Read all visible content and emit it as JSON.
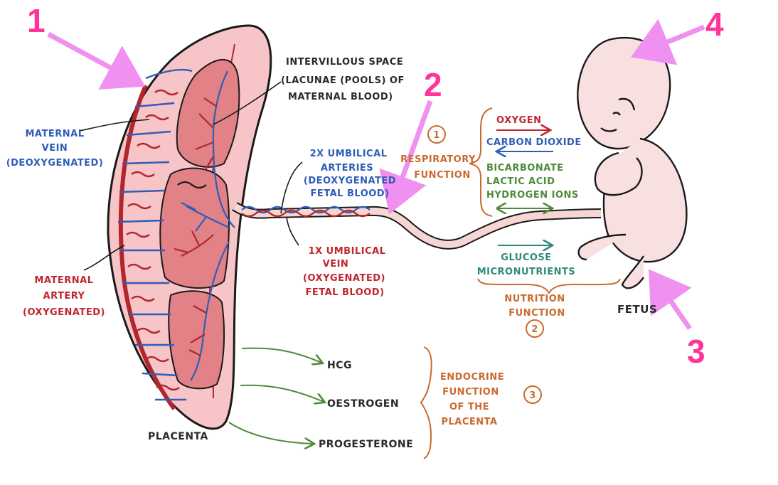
{
  "markers": [
    "1",
    "2",
    "3",
    "4"
  ],
  "placenta": {
    "label": "PLACENTA",
    "intervillous": [
      "INTERVILLOUS SPACE",
      "(LACUNAE (POOLS) OF",
      "MATERNAL BLOOD)"
    ],
    "maternal_vein": [
      "MATERNAL",
      "VEIN",
      "(DEOXYGENATED)"
    ],
    "maternal_artery": [
      "MATERNAL",
      "ARTERY",
      "(OXYGENATED)"
    ]
  },
  "umbilical": {
    "arteries": [
      "2X UMBILICAL",
      "ARTERIES",
      "(DEOXYGENATED",
      "FETAL BLOOD)"
    ],
    "vein": [
      "1X UMBILICAL",
      "VEIN",
      "(OXYGENATED)",
      "FETAL BLOOD)"
    ]
  },
  "respiratory": {
    "number": "1",
    "label": [
      "RESPIRATORY",
      "FUNCTION"
    ],
    "to_fetus": "OXYGEN",
    "from_fetus": "CARBON DIOXIDE",
    "exchange": [
      "BICARBONATE",
      "LACTIC ACID",
      "HYDROGEN IONS"
    ]
  },
  "nutrition": {
    "number": "2",
    "items": [
      "GLUCOSE",
      "MICRONUTRIENTS"
    ],
    "label": [
      "NUTRITION",
      "FUNCTION"
    ]
  },
  "endocrine": {
    "number": "3",
    "hormones": [
      "HCG",
      "OESTROGEN",
      "PROGESTERONE"
    ],
    "label": [
      "ENDOCRINE",
      "FUNCTION",
      "OF THE",
      "PLACENTA"
    ]
  },
  "fetus": {
    "label": "FETUS"
  },
  "colors": {
    "marker": "#ff3399",
    "marker_arrow": "#f090f0",
    "red": "#c0262c",
    "blue": "#2f5db8",
    "green": "#4f8a3c",
    "orange": "#c96a2e",
    "teal": "#2f8a7a",
    "dark": "#2a2a2a"
  }
}
